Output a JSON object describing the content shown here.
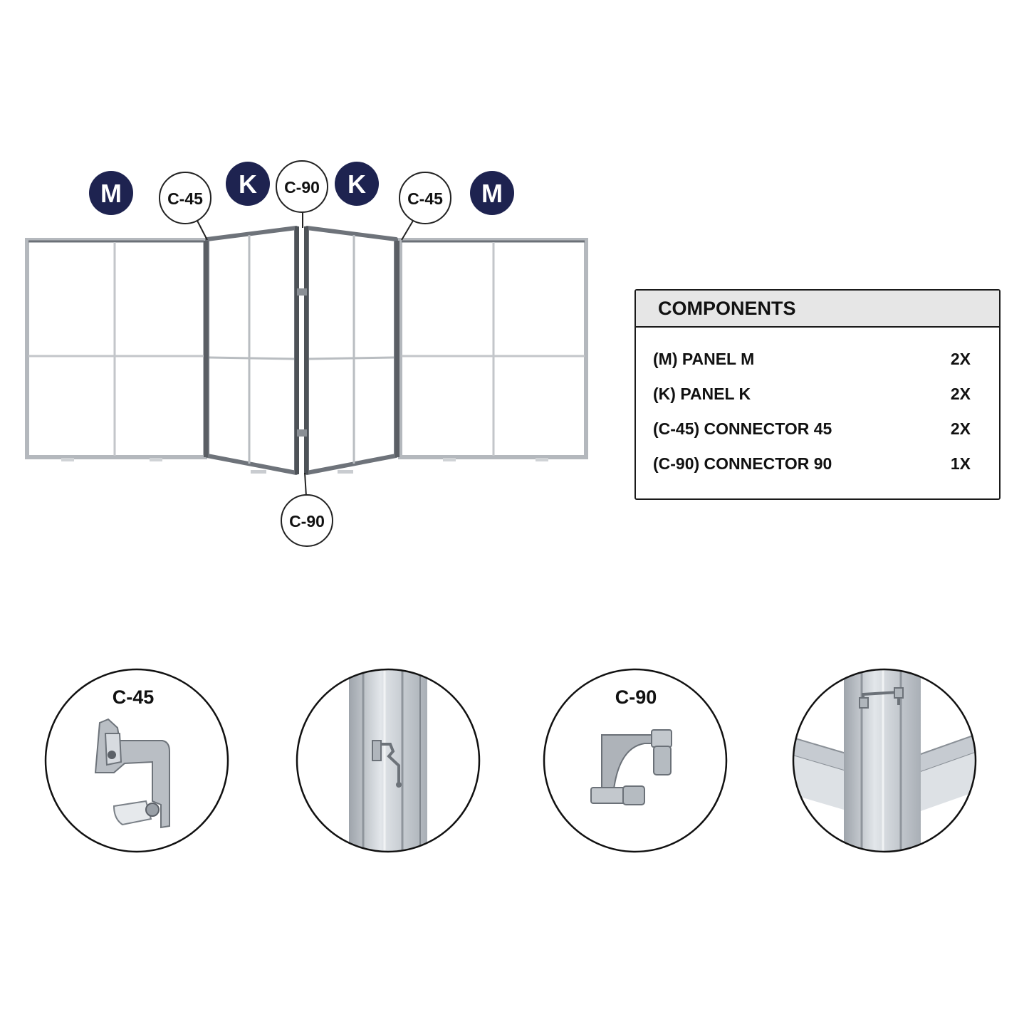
{
  "panel_labels": {
    "m_left": "M",
    "c45_left": "C-45",
    "k_left": "K",
    "c90_top": "C-90",
    "k_right": "K",
    "c45_right": "C-45",
    "m_right": "M",
    "c90_bottom": "C-90"
  },
  "components": {
    "title": "COMPONENTS",
    "items": [
      {
        "label": "(M) PANEL M",
        "qty": "2X"
      },
      {
        "label": "(K) PANEL K",
        "qty": "2X"
      },
      {
        "label": "(C-45) CONNECTOR 45",
        "qty": "2X"
      },
      {
        "label": "(C-90) CONNECTOR 90",
        "qty": "1X"
      }
    ]
  },
  "details": {
    "c45_title": "C-45",
    "c90_title": "C-90"
  },
  "colors": {
    "badge_navy": "#1e2350",
    "frame_gray": "#b4b8bd",
    "frame_dark": "#5a5e64",
    "aluminum": "#c9ced4"
  }
}
